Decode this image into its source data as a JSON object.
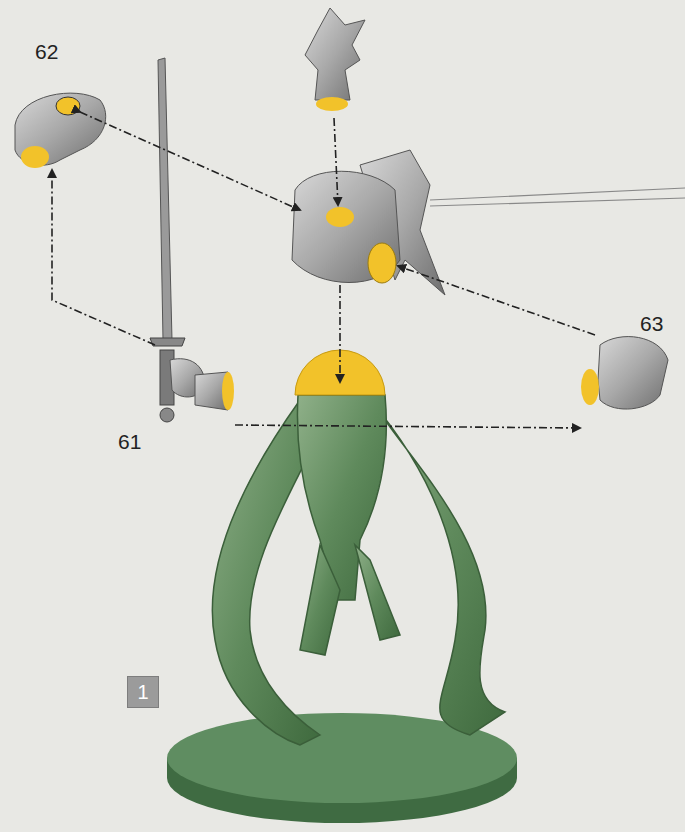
{
  "diagram": {
    "nodes": [
      {
        "text": [
          "1"
        ]
      }
    ],
    "labels": [
      "62",
      "63",
      "61"
    ]
  }
}
